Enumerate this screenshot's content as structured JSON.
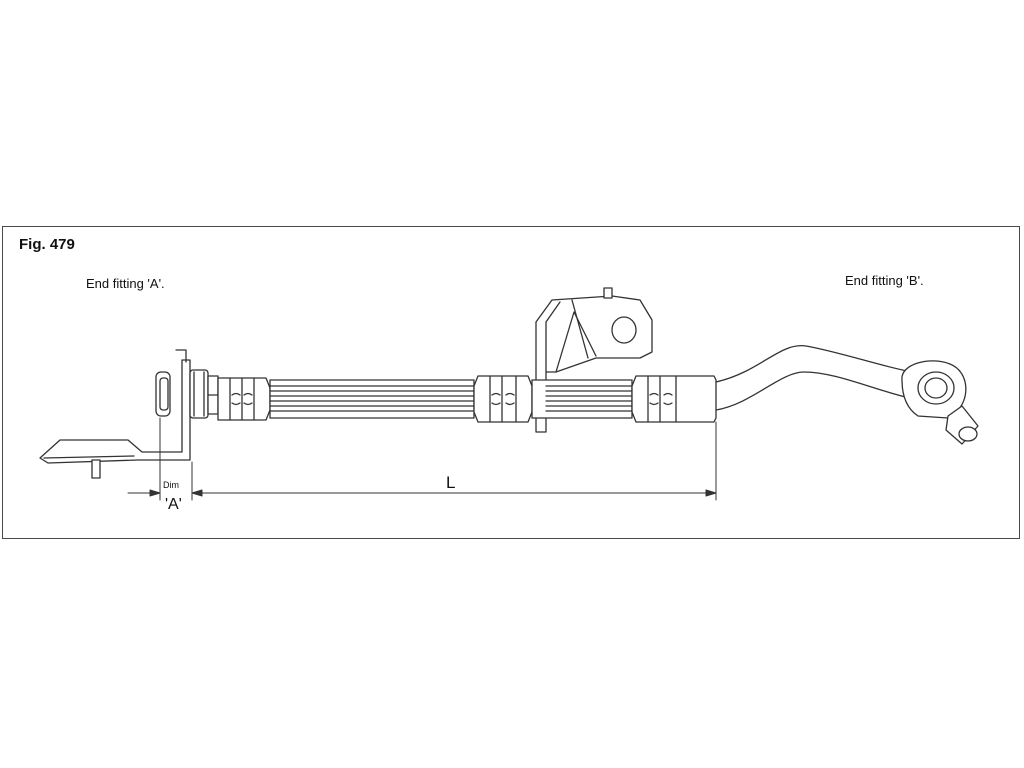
{
  "figure": {
    "title": "Fig. 479",
    "end_fitting_a": "End fitting 'A'.",
    "end_fitting_b": "End fitting 'B'.",
    "dimension_l": "L",
    "dimension_a_word": "Dim",
    "dimension_a_letter": "'A'"
  },
  "colors": {
    "line": "#333333",
    "frame": "#4a4a4a",
    "background": "#ffffff"
  }
}
